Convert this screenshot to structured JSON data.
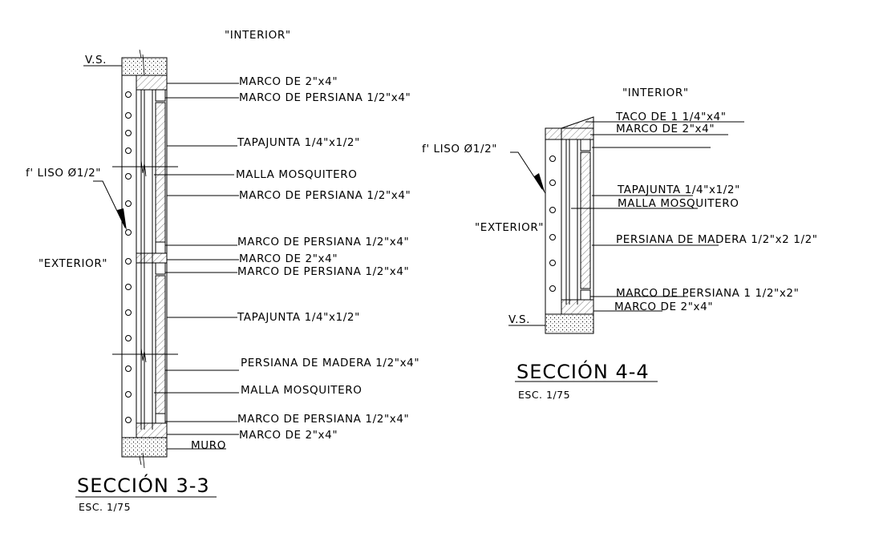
{
  "section33": {
    "title": "SECCIÓN 3-3",
    "scale": "ESC. 1/75",
    "interior": "\"INTERIOR\"",
    "exterior": "\"EXTERIOR\"",
    "vs": "V.S.",
    "liso": "f' LISO Ø1/2\"",
    "muro": "MURO",
    "labels": [
      "MARCO DE 2\"x4\"",
      "MARCO DE PERSIANA 1/2\"x4\"",
      "TAPAJUNTA 1/4\"x1/2\"",
      "MALLA MOSQUITERO",
      "MARCO DE PERSIANA 1/2\"x4\"",
      "MARCO DE PERSIANA 1/2\"x4\"",
      "MARCO DE 2\"x4\"",
      "MARCO DE PERSIANA 1/2\"x4\"",
      "TAPAJUNTA 1/4\"x1/2\"",
      "PERSIANA DE MADERA 1/2\"x4\"",
      "MALLA MOSQUITERO",
      "MARCO DE PERSIANA 1/2\"x4\"",
      "MARCO DE 2\"x4\""
    ]
  },
  "section44": {
    "title": "SECCIÓN 4-4",
    "scale": "ESC. 1/75",
    "interior": "\"INTERIOR\"",
    "exterior": "\"EXTERIOR\"",
    "vs": "V.S.",
    "liso": "f' LISO Ø1/2\"",
    "labels": [
      "TACO DE 1 1/4\"x4\"",
      "MARCO DE 2\"x4\"",
      "TAPAJUNTA 1/4\"x1/2\"",
      "MALLA MOSQUITERO",
      "PERSIANA DE MADERA 1/2\"x2 1/2\"",
      "MARCO DE PERSIANA 1 1/2\"x2\"",
      "MARCO DE 2\"x4\""
    ]
  }
}
